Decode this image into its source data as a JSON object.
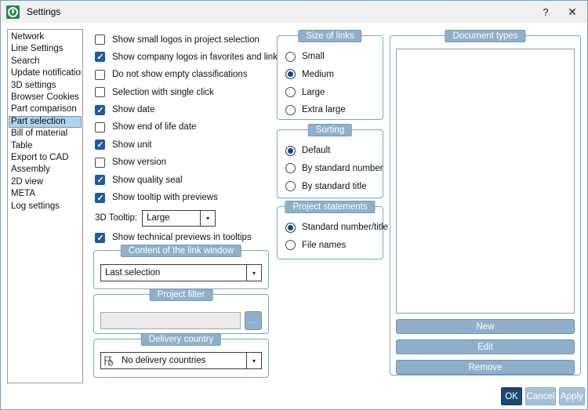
{
  "window": {
    "title": "Settings",
    "help_label": "?",
    "close_label": "✕"
  },
  "ui": {
    "combo_arrow": "▾"
  },
  "sidebar": {
    "items": [
      {
        "label": "Network",
        "selected": false
      },
      {
        "label": "Line Settings",
        "selected": false
      },
      {
        "label": "Search",
        "selected": false
      },
      {
        "label": "Update notification",
        "selected": false
      },
      {
        "label": "3D settings",
        "selected": false
      },
      {
        "label": "Browser Cookies",
        "selected": false
      },
      {
        "label": "Part comparison",
        "selected": false
      },
      {
        "label": "Part selection",
        "selected": true
      },
      {
        "label": "Bill of material",
        "selected": false
      },
      {
        "label": "Table",
        "selected": false
      },
      {
        "label": "Export to CAD",
        "selected": false
      },
      {
        "label": "Assembly",
        "selected": false
      },
      {
        "label": "2D view",
        "selected": false
      },
      {
        "label": "META",
        "selected": false
      },
      {
        "label": "Log settings",
        "selected": false
      }
    ]
  },
  "main": {
    "checkboxes": [
      {
        "label": "Show small logos in project selection",
        "checked": false
      },
      {
        "label": "Show company logos in favorites and links",
        "checked": true
      },
      {
        "label": "Do not show empty classifications",
        "checked": false
      },
      {
        "label": "Selection with single click",
        "checked": false
      },
      {
        "label": "Show date",
        "checked": true
      },
      {
        "label": "Show end of life date",
        "checked": false
      },
      {
        "label": "Show unit",
        "checked": true
      },
      {
        "label": "Show version",
        "checked": false
      },
      {
        "label": "Show quality seal",
        "checked": true
      },
      {
        "label": "Show tooltip with previews",
        "checked": true
      }
    ],
    "tooltip_row": {
      "label": "3D Tooltip:",
      "value": "Large"
    },
    "tech_preview_checkbox": {
      "label": "Show technical previews in tooltips",
      "checked": true
    },
    "link_window_group": {
      "title": "Content of the link window",
      "value": "Last selection"
    },
    "project_filter_group": {
      "title": "Project filter",
      "input_value": "",
      "browse_label": "..."
    },
    "delivery_group": {
      "title": "Delivery country",
      "value": "No delivery countries",
      "icon": "no-delivery-flag-icon"
    },
    "size_group": {
      "title": "Size of links",
      "options": [
        {
          "label": "Small",
          "selected": false
        },
        {
          "label": "Medium",
          "selected": true
        },
        {
          "label": "Large",
          "selected": false
        },
        {
          "label": "Extra large",
          "selected": false
        }
      ]
    },
    "sorting_group": {
      "title": "Sorting",
      "options": [
        {
          "label": "Default",
          "selected": true
        },
        {
          "label": "By standard number",
          "selected": false
        },
        {
          "label": "By standard title",
          "selected": false
        }
      ]
    },
    "statements_group": {
      "title": "Project statements",
      "options": [
        {
          "label": "Standard number/title",
          "selected": true
        },
        {
          "label": "File names",
          "selected": false
        }
      ]
    },
    "document_group": {
      "title": "Document types",
      "items": [],
      "buttons": [
        "New",
        "Edit",
        "Remove"
      ]
    }
  },
  "footer": {
    "ok": "OK",
    "cancel": "Cancel",
    "apply": "Apply"
  },
  "colors": {
    "accent": "#1d5c9e",
    "group_border": "#78a5cd",
    "chip_bg": "#8fb0ca",
    "button_bg": "#8fb0cb",
    "ok_bg": "#1a4a74",
    "selection_bg": "#acd2ee"
  }
}
